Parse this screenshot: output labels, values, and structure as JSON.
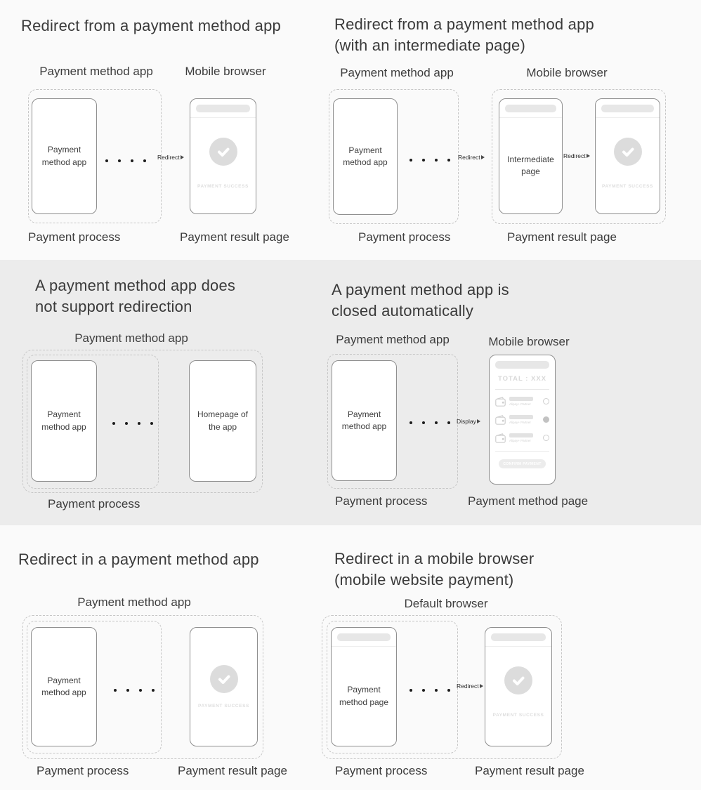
{
  "colors": {
    "band_bg": "#ececec",
    "page_bg": "#fafafa",
    "phone_border": "#8f8f8f",
    "dashed_border": "#c6c6c6",
    "success_gray": "#dcdcdc"
  },
  "panels": [
    {
      "title1": "Redirect from a payment method app",
      "col_label1": "Payment method app",
      "col_label2": "Mobile browser",
      "phone1": "Payment method app",
      "arrow1": "Redirect",
      "success_label": "PAYMENT SUCCESS",
      "bottom1": "Payment process",
      "bottom2": "Payment result page"
    },
    {
      "title1": "Redirect from a payment method app",
      "title2": "(with an intermediate page)",
      "col_label1": "Payment method app",
      "col_label2": "Mobile browser",
      "phone1": "Payment method app",
      "arrow1": "Redirect",
      "phone2": "Intermediate page",
      "arrow2": "Redirect",
      "success_label": "PAYMENT SUCCESS",
      "bottom1": "Payment process",
      "bottom2": "Payment result page"
    },
    {
      "title1": "A payment method app does",
      "title2": "not support redirection",
      "col_label1": "Payment method app",
      "phone1": "Payment method app",
      "phone2": "Homepage of the app",
      "bottom1": "Payment process"
    },
    {
      "title1": "A payment method app is",
      "title2": "closed automatically",
      "col_label1": "Payment method app",
      "col_label2": "Mobile browser",
      "phone1": "Payment method app",
      "arrow1": "Display",
      "page": {
        "total": "TOTAL : XXX",
        "items": [
          {
            "label": "Alipay+ Partner"
          },
          {
            "label": "Alipay+ Partner"
          },
          {
            "label": "Alipay+ Partner"
          }
        ],
        "selected_item_index": 1,
        "button": "CONFIRM PAYMENT"
      },
      "bottom1": "Payment process",
      "bottom2": "Payment method page"
    },
    {
      "title1": "Redirect in a payment method app",
      "col_label1": "Payment method app",
      "phone1": "Payment method app",
      "success_label": "PAYMENT SUCCESS",
      "bottom1": "Payment process",
      "bottom2": "Payment result page"
    },
    {
      "title1": "Redirect in a mobile browser",
      "title2": "(mobile website payment)",
      "col_label1": "Default browser",
      "phone1": "Payment method page",
      "arrow1": "Redirect",
      "success_label": "PAYMENT SUCCESS",
      "bottom1": "Payment process",
      "bottom2": "Payment result page"
    }
  ]
}
